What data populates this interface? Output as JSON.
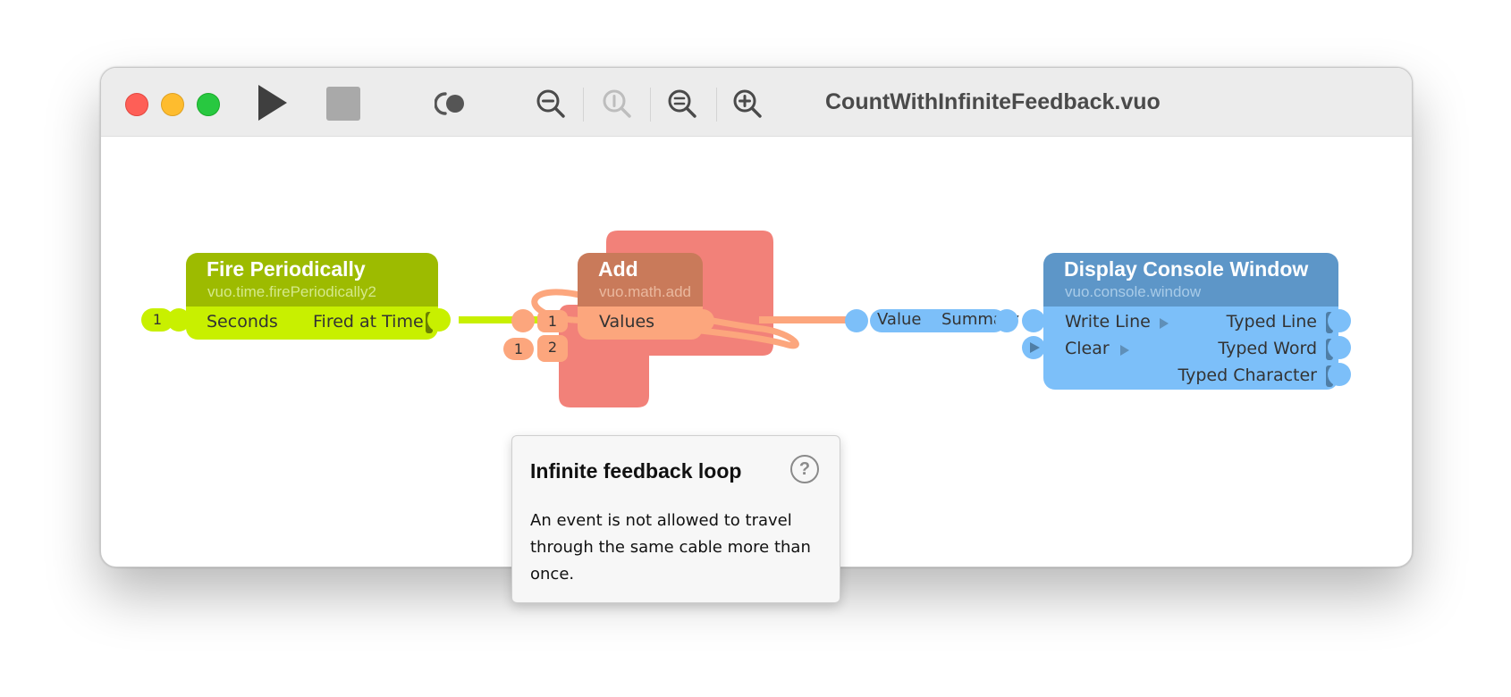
{
  "window": {
    "title": "CountWithInfiniteFeedback.vuo",
    "toolbar": {
      "run_icon": "play-icon",
      "stop_icon": "stop-icon",
      "show_events_icon": "show-events-icon",
      "zoom_out_icon": "zoom-out-icon",
      "zoom_actual_icon": "zoom-actual-size-icon",
      "zoom_fit_icon": "zoom-to-fit-icon",
      "zoom_in_icon": "zoom-in-icon"
    }
  },
  "colors": {
    "fire_head": "#9dbb00",
    "fire_body": "#c8f000",
    "add_error": "#f28179",
    "add_head": "#c97a5a",
    "add_body": "#fca67d",
    "console_head": "#5d96c8",
    "console_body": "#7cbff9"
  },
  "nodes": {
    "fire": {
      "title": "Fire Periodically",
      "class_name": "vuo.time.firePeriodically2",
      "input_label": "Seconds",
      "input_constant": "1",
      "output_label": "Fired at Time"
    },
    "add": {
      "title": "Add",
      "class_name": "vuo.math.add",
      "input_label": "Values",
      "list_items": [
        "1",
        "2"
      ],
      "list_constant": "1"
    },
    "summary": {
      "input_label": "Value",
      "output_label": "Summary"
    },
    "console": {
      "title": "Display Console Window",
      "class_name": "vuo.console.window",
      "inputs": [
        "Write Line",
        "Clear"
      ],
      "outputs": [
        "Typed Line",
        "Typed Word",
        "Typed Character"
      ]
    }
  },
  "popover": {
    "title": "Infinite feedback loop",
    "help_icon": "?",
    "message": "An event is not allowed to travel through the same cable more than once."
  }
}
